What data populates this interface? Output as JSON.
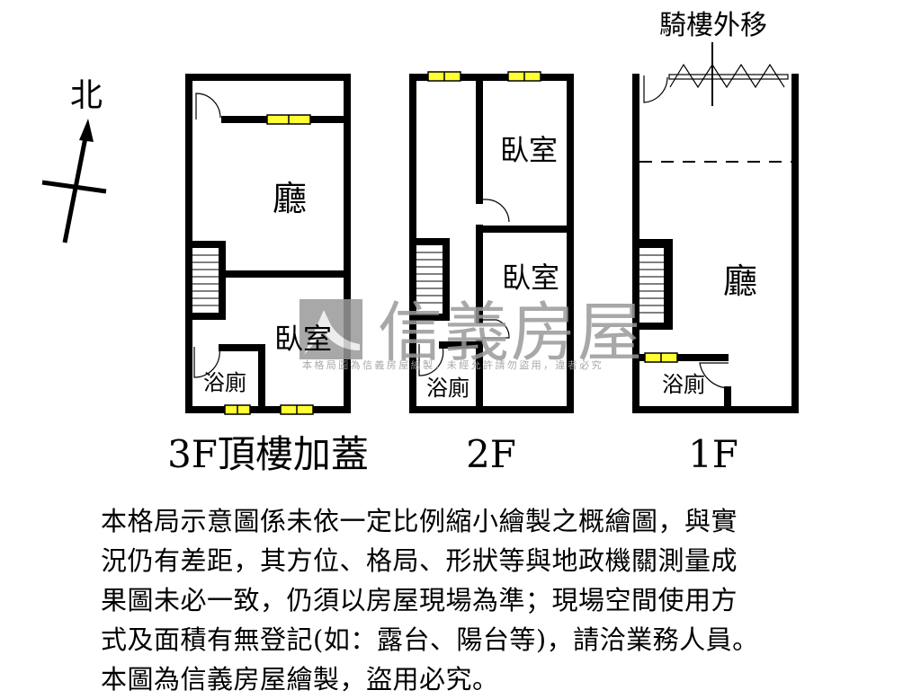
{
  "compass": {
    "north_label": "北"
  },
  "floors": [
    {
      "title": "3F頂樓加蓋",
      "rooms": [
        "廳",
        "臥室",
        "浴廁"
      ]
    },
    {
      "title": "2F",
      "rooms": [
        "臥室",
        "臥室",
        "浴廁"
      ]
    },
    {
      "title": "1F",
      "rooms": [
        "廳",
        "浴廁"
      ],
      "annotation": "騎樓外移"
    }
  ],
  "watermark": {
    "brand": "信義房屋",
    "notice": "本格局圖為信義房屋繪製，未經允許請勿盜用，違者必究"
  },
  "disclaimer": [
    "本格局示意圖係未依一定比例縮小繪製之概繪圖，與實",
    "況仍有差距，其方位、格局、形狀等與地政機關測量成",
    "果圖未必一致，仍須以房屋現場為準；現場空間使用方",
    "式及面積有無登記(如：露台、陽台等)，請洽業務人員。",
    "本圖為信義房屋繪製，盜用必究。"
  ],
  "colors": {
    "wall": "#000000",
    "window": "#ffff33",
    "watermark": "#9a9a9a"
  }
}
